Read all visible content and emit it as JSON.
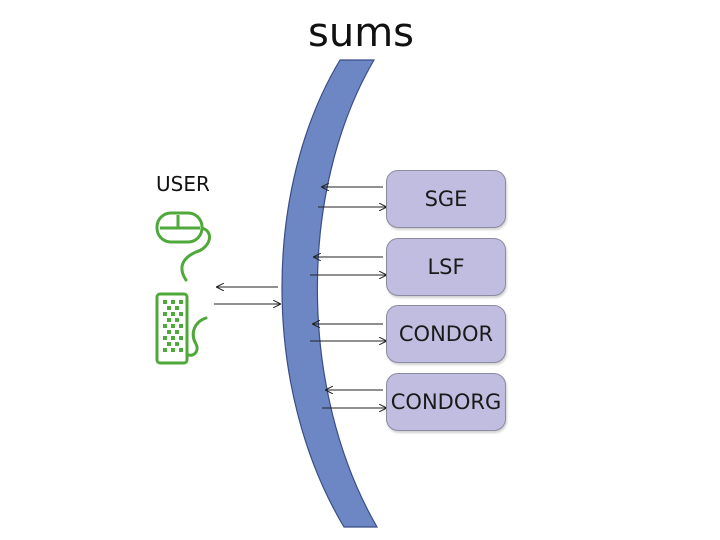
{
  "diagram": {
    "title": "sums",
    "user_label": "USER",
    "boxes": [
      {
        "label": "SGE"
      },
      {
        "label": "LSF"
      },
      {
        "label": "CONDOR"
      },
      {
        "label": "CONDORG"
      }
    ],
    "colors": {
      "arc_fill": "#6c87c4",
      "arc_stroke": "#3a4d86",
      "box_fill": "#c0bde0",
      "box_stroke": "#8c8aa0",
      "icon_green": "#4fa83a",
      "arrow": "#222222"
    }
  }
}
